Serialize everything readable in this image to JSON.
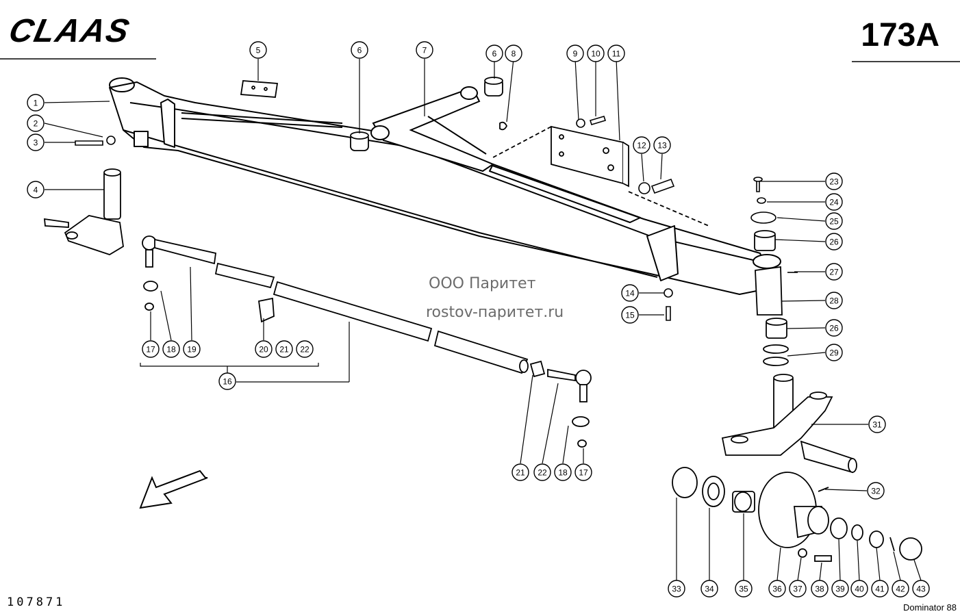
{
  "header": {
    "brand": "CLAAS",
    "page_code": "173A"
  },
  "watermark": {
    "company": "ООО Паритет",
    "site": "rostov-паритет.ru"
  },
  "footer": {
    "drawing_number": "107871",
    "model": "Dominator 88"
  },
  "callouts": [
    {
      "id": "c1",
      "label": "1"
    },
    {
      "id": "c2",
      "label": "2"
    },
    {
      "id": "c3",
      "label": "3"
    },
    {
      "id": "c4",
      "label": "4"
    },
    {
      "id": "c5",
      "label": "5"
    },
    {
      "id": "c6a",
      "label": "6"
    },
    {
      "id": "c7",
      "label": "7"
    },
    {
      "id": "c6b",
      "label": "6"
    },
    {
      "id": "c8",
      "label": "8"
    },
    {
      "id": "c9",
      "label": "9"
    },
    {
      "id": "c10",
      "label": "10"
    },
    {
      "id": "c11",
      "label": "11"
    },
    {
      "id": "c12",
      "label": "12"
    },
    {
      "id": "c13",
      "label": "13"
    },
    {
      "id": "c14",
      "label": "14"
    },
    {
      "id": "c15",
      "label": "15"
    },
    {
      "id": "c16",
      "label": "16"
    },
    {
      "id": "c17a",
      "label": "17"
    },
    {
      "id": "c18a",
      "label": "18"
    },
    {
      "id": "c19",
      "label": "19"
    },
    {
      "id": "c20",
      "label": "20"
    },
    {
      "id": "c21a",
      "label": "21"
    },
    {
      "id": "c22a",
      "label": "22"
    },
    {
      "id": "c21b",
      "label": "21"
    },
    {
      "id": "c22b",
      "label": "22"
    },
    {
      "id": "c18b",
      "label": "18"
    },
    {
      "id": "c17b",
      "label": "17"
    },
    {
      "id": "c23",
      "label": "23"
    },
    {
      "id": "c24",
      "label": "24"
    },
    {
      "id": "c25",
      "label": "25"
    },
    {
      "id": "c26a",
      "label": "26"
    },
    {
      "id": "c27",
      "label": "27"
    },
    {
      "id": "c28",
      "label": "28"
    },
    {
      "id": "c26b",
      "label": "26"
    },
    {
      "id": "c29",
      "label": "29"
    },
    {
      "id": "c31",
      "label": "31"
    },
    {
      "id": "c32",
      "label": "32"
    },
    {
      "id": "c33",
      "label": "33"
    },
    {
      "id": "c34",
      "label": "34"
    },
    {
      "id": "c35",
      "label": "35"
    },
    {
      "id": "c36",
      "label": "36"
    },
    {
      "id": "c37",
      "label": "37"
    },
    {
      "id": "c38",
      "label": "38"
    },
    {
      "id": "c39",
      "label": "39"
    },
    {
      "id": "c40",
      "label": "40"
    },
    {
      "id": "c41",
      "label": "41"
    },
    {
      "id": "c42",
      "label": "42"
    },
    {
      "id": "c43",
      "label": "43"
    }
  ]
}
